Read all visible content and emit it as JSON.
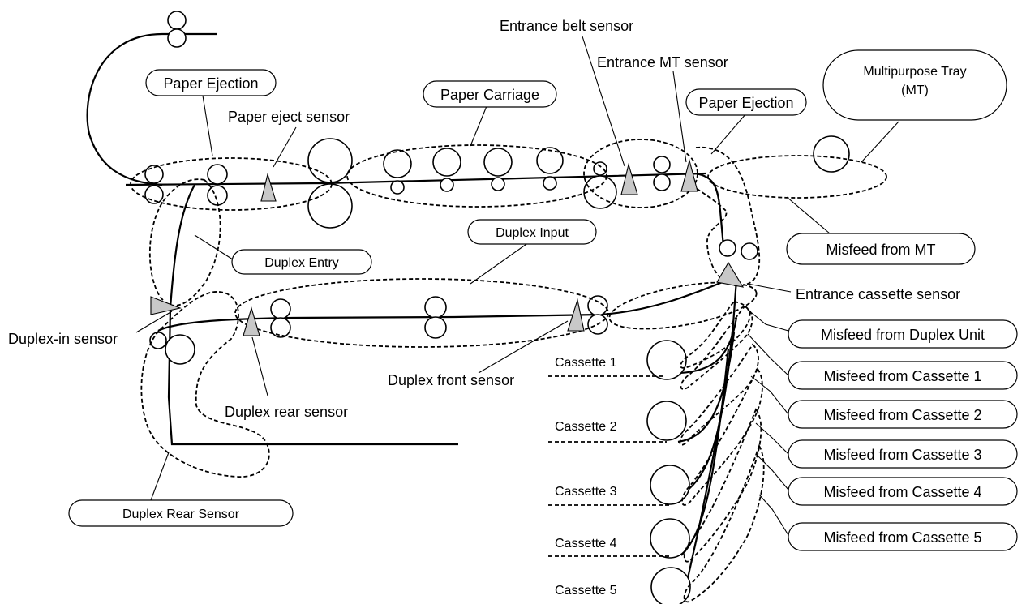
{
  "title": "",
  "zones": {
    "paper_ejection_left": "Paper Ejection",
    "paper_carriage": "Paper Carriage",
    "paper_ejection_right": "Paper Ejection",
    "multipurpose_tray_line1": "Multipurpose Tray",
    "multipurpose_tray_line2": "(MT)",
    "duplex_input": "Duplex Input",
    "duplex_entry": "Duplex Entry",
    "duplex_rear_sensor_zone": "Duplex Rear Sensor",
    "misfeed_mt": "Misfeed from MT",
    "misfeed_duplex_unit": "Misfeed from Duplex Unit",
    "misfeed_cassette_1": "Misfeed from Cassette 1",
    "misfeed_cassette_2": "Misfeed from Cassette 2",
    "misfeed_cassette_3": "Misfeed from Cassette 3",
    "misfeed_cassette_4": "Misfeed from Cassette 4",
    "misfeed_cassette_5": "Misfeed from Cassette 5"
  },
  "sensors": {
    "entrance_belt": "Entrance belt sensor",
    "entrance_mt": "Entrance MT sensor",
    "paper_eject": "Paper eject sensor",
    "entrance_cassette": "Entrance cassette sensor",
    "duplex_in": "Duplex-in sensor",
    "duplex_front": "Duplex front sensor",
    "duplex_rear": "Duplex rear sensor"
  },
  "cassettes": {
    "c1": "Cassette 1",
    "c2": "Cassette 2",
    "c3": "Cassette 3",
    "c4": "Cassette 4",
    "c5": "Cassette 5"
  }
}
